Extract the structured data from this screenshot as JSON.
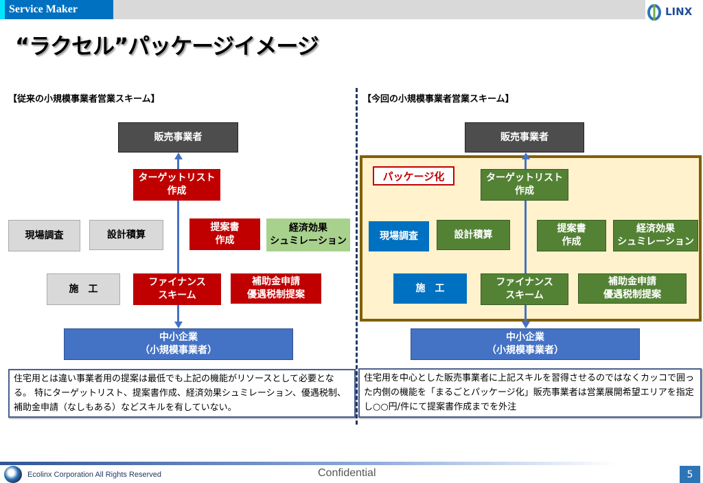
{
  "header": {
    "brand": "Service Maker",
    "logo_text": "LINX"
  },
  "title": "“ラクセル”パッケージイメージ",
  "left": {
    "heading": "【従来の小規模事業者営業スキーム】",
    "seller": "販売事業者",
    "target_list": "ターゲットリスト\n作成",
    "site_survey": "現場調査",
    "design_estimate": "設計積算",
    "proposal": "提案書\n作成",
    "economic_sim": "経済効果\nシュミレーション",
    "construction": "施　工",
    "finance": "ファイナンス\nスキーム",
    "subsidy": "補助金申請\n優遇税制提案",
    "sme": "中小企業\n（小規模事業者）",
    "note": "住宅用とは違い事業者用の提案は最低でも上記の機能がリソースとして必要となる。 特にターゲットリスト、提案書作成、経済効果シュミレーション、優遇税制、補助金申請（なしもある）などスキルを有していない。"
  },
  "right": {
    "heading": "【今回の小規模事業者営業スキーム】",
    "seller": "販売事業者",
    "package_label": "パッケージ化",
    "target_list": "ターゲットリスト\n作成",
    "site_survey": "現場調査",
    "design_estimate": "設計積算",
    "proposal": "提案書\n作成",
    "economic_sim": "経済効果\nシュミレーション",
    "construction": "施　工",
    "finance": "ファイナンス\nスキーム",
    "subsidy": "補助金申請\n優遇税制提案",
    "sme": "中小企業\n（小規模事業者）",
    "note": "住宅用を中心とした販売事業者に上記スキルを習得させるのではなくカッコで囲った内側の機能を「まるごとパッケージ化」販売事業者は営業展開希望エリアを指定し○○円/件にて提案書作成までを外注"
  },
  "footer": {
    "copyright": "Ecolinx Corporation All Rights Reserved",
    "confidential": "Confidential",
    "page": "5"
  }
}
